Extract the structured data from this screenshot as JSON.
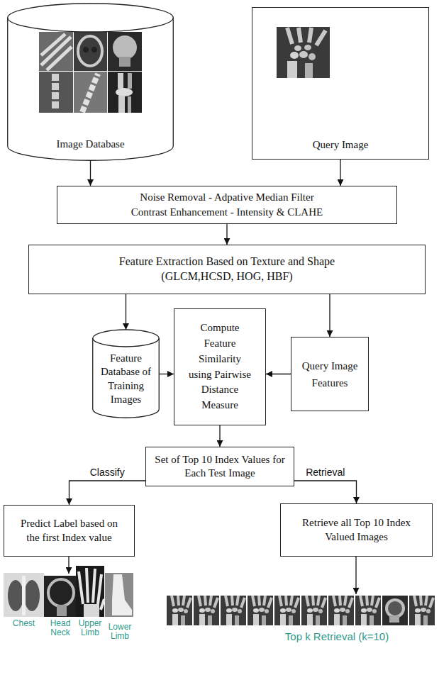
{
  "diagram": {
    "nodes": [
      {
        "text": [
          "Image Database"
        ]
      },
      {
        "text": [
          "Query Image"
        ]
      },
      {
        "text": [
          "Noise Removal - Adpative Median Filter",
          "Contrast Enhancement - Intensity & CLAHE"
        ]
      },
      {
        "text": [
          "Feature Extraction Based on Texture and Shape (GLCM,HCSD, HOG, HBF)"
        ]
      },
      {
        "text": [
          "Feature Database of Training Images"
        ]
      },
      {
        "text": [
          "Compute Feature Similarity using Pairwise Distance Measure"
        ]
      },
      {
        "text": [
          "Query Image Features"
        ]
      },
      {
        "text": [
          "Set of Top 10 Index Values for Each Test Image"
        ]
      },
      {
        "text": [
          "Predict Label based on the first Index value"
        ]
      },
      {
        "text": [
          "Retrieve all Top 10 Index Valued Images"
        ]
      }
    ],
    "edges": [
      {
        "from": 0,
        "to": 2,
        "arrow": "to"
      },
      {
        "from": 1,
        "to": 2,
        "arrow": "to"
      },
      {
        "from": 2,
        "to": 3,
        "arrow": "to"
      },
      {
        "from": 3,
        "to": 4,
        "arrow": "to"
      },
      {
        "from": 3,
        "to": 6,
        "arrow": "to"
      },
      {
        "from": 4,
        "to": 5,
        "arrow": "to"
      },
      {
        "from": 6,
        "to": 5,
        "arrow": "to"
      },
      {
        "from": 5,
        "to": 7,
        "arrow": "to"
      },
      {
        "from": 7,
        "to": 8,
        "label": "Classify",
        "arrow": "to"
      },
      {
        "from": 7,
        "to": 9,
        "label": "Retrieval",
        "arrow": "to"
      }
    ],
    "labels": [
      "Chest",
      "Head Neck",
      "Upper Limb",
      "Lower Limb",
      "Top k Retrieval (k=10)"
    ]
  }
}
